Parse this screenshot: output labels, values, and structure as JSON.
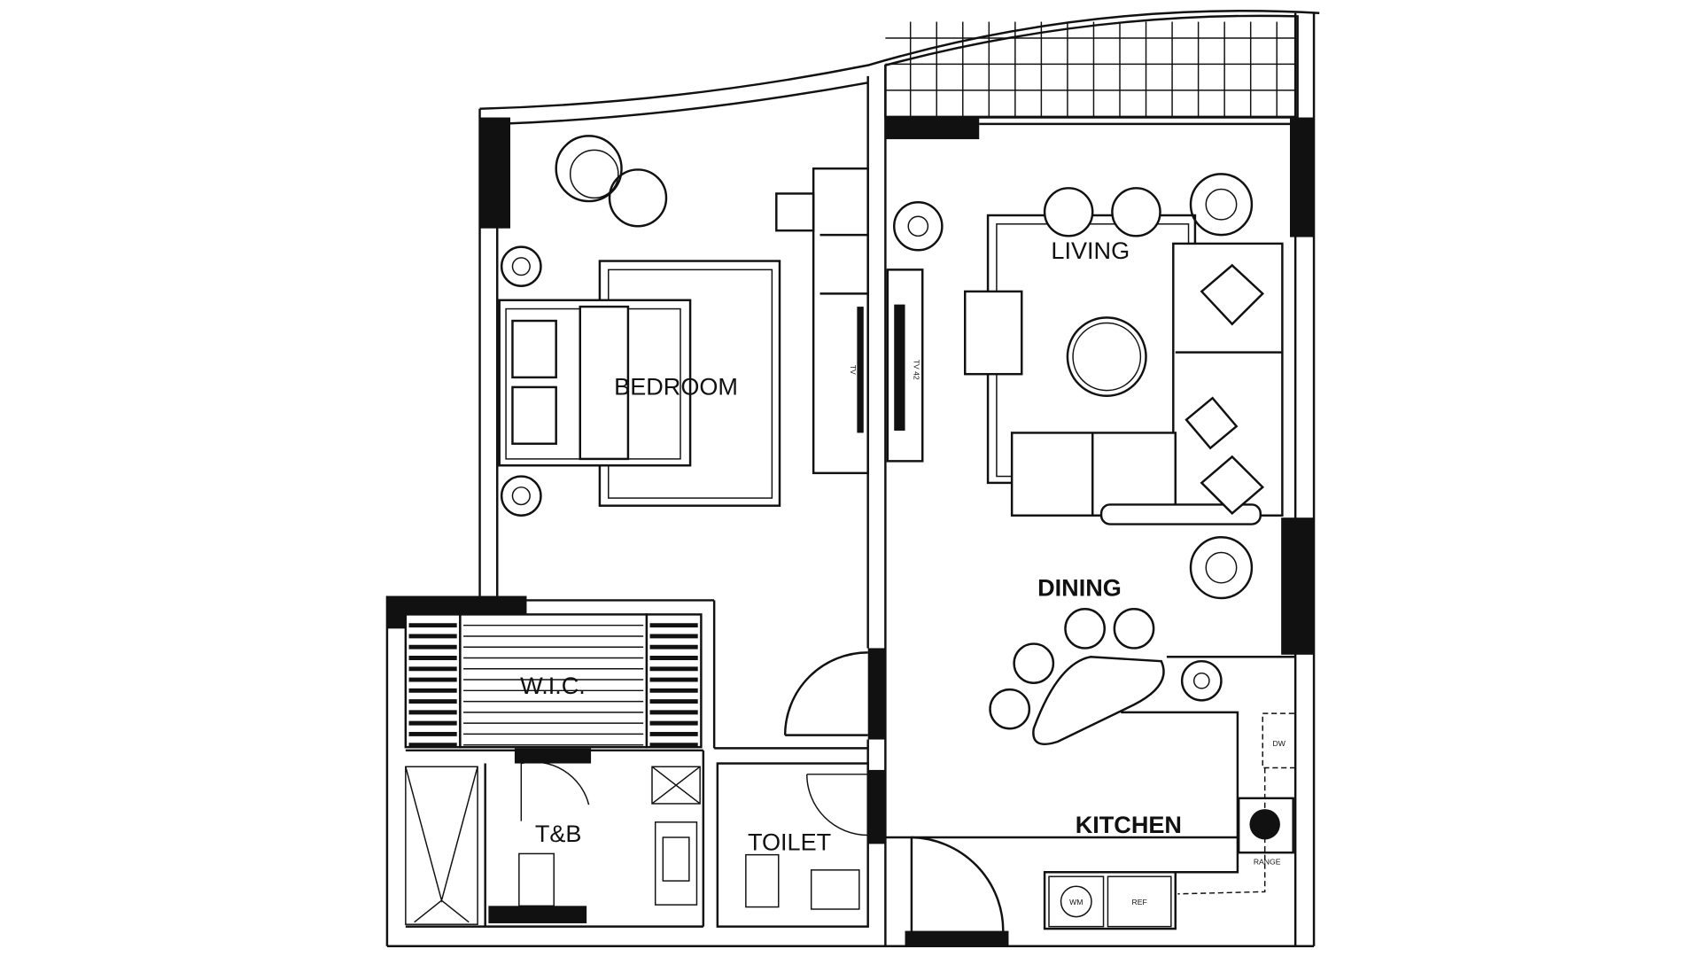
{
  "rooms": {
    "bedroom": "BEDROOM",
    "living": "LIVING",
    "dining": "DINING",
    "kitchen": "KITCHEN",
    "wic": "W.I.C.",
    "tb": "T&B",
    "toilet": "TOILET"
  },
  "fixtures": {
    "tv_bedroom": "TV",
    "tv_living": "TV 42",
    "dishwasher": "DW",
    "range": "RANGE",
    "washer": "WM",
    "refrigerator": "REF"
  }
}
